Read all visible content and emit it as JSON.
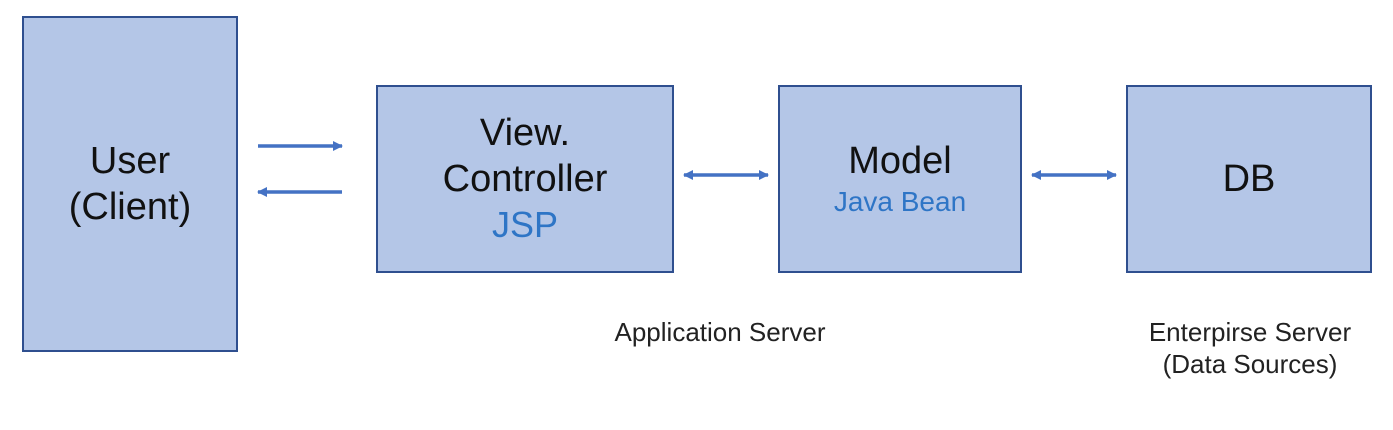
{
  "user": {
    "line1": "User",
    "line2": "(Client)"
  },
  "view_controller": {
    "line1": "View.",
    "line2": "Controller",
    "tech": "JSP"
  },
  "model": {
    "title": "Model",
    "tech": "Java Bean"
  },
  "db": {
    "title": "DB"
  },
  "labels": {
    "application_server": "Application Server",
    "enterprise_server_line1": "Enterpirse Server",
    "enterprise_server_line2": "(Data Sources)"
  },
  "colors": {
    "box_fill": "#b4c6e7",
    "box_border": "#2f4f8f",
    "arrow": "#4472c4",
    "tech_text": "#2e75c6"
  }
}
